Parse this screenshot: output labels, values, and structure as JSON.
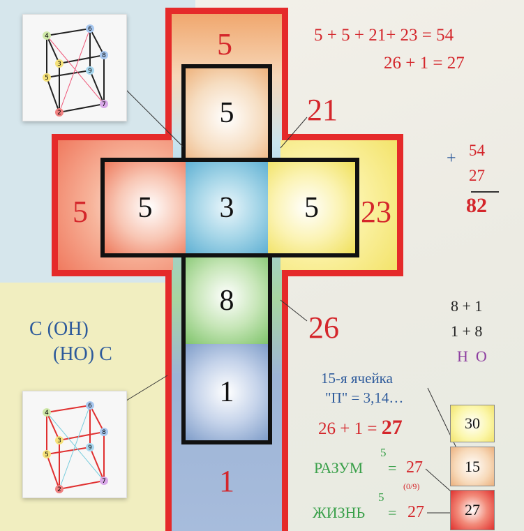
{
  "cross": {
    "outer": {
      "top": "5",
      "left": "5",
      "bottom": "1",
      "right": "23",
      "right_label": "21",
      "lower_label": "26"
    },
    "inner": {
      "top": "5",
      "left": "5",
      "center": "3",
      "right": "5",
      "below": "8",
      "bottom": "1"
    }
  },
  "equations": {
    "line1": "5 + 5 + 21+ 23 = 54",
    "line2": "26 + 1 = 27",
    "sum_plus": "+",
    "sum_a": "54",
    "sum_b": "27",
    "sum_total": "82"
  },
  "formula": {
    "line1": "C (OH)",
    "line2": "(HO) C"
  },
  "right_notes": {
    "a": "8 + 1",
    "b": "1 + 8",
    "c": "H  O"
  },
  "cell_note": {
    "line1": "15-я ячейка",
    "line2": "\"П\" = 3,14…",
    "line3_prefix": "26 + 1 =",
    "line3_value": "27"
  },
  "words": {
    "razum": "РАЗУМ",
    "razum_exp": "5",
    "razum_eq": "=",
    "razum_val": "27",
    "zhizn": "ЖИЗНЬ",
    "zhizn_exp": "5",
    "zhizn_eq": "=",
    "zhizn_val": "27",
    "fraction": "(0/9)"
  },
  "boxes": {
    "top": "30",
    "mid": "15",
    "bottom": "27"
  },
  "cube_labels": [
    "4",
    "6",
    "8",
    "9",
    "3",
    "5",
    "2",
    "7"
  ]
}
